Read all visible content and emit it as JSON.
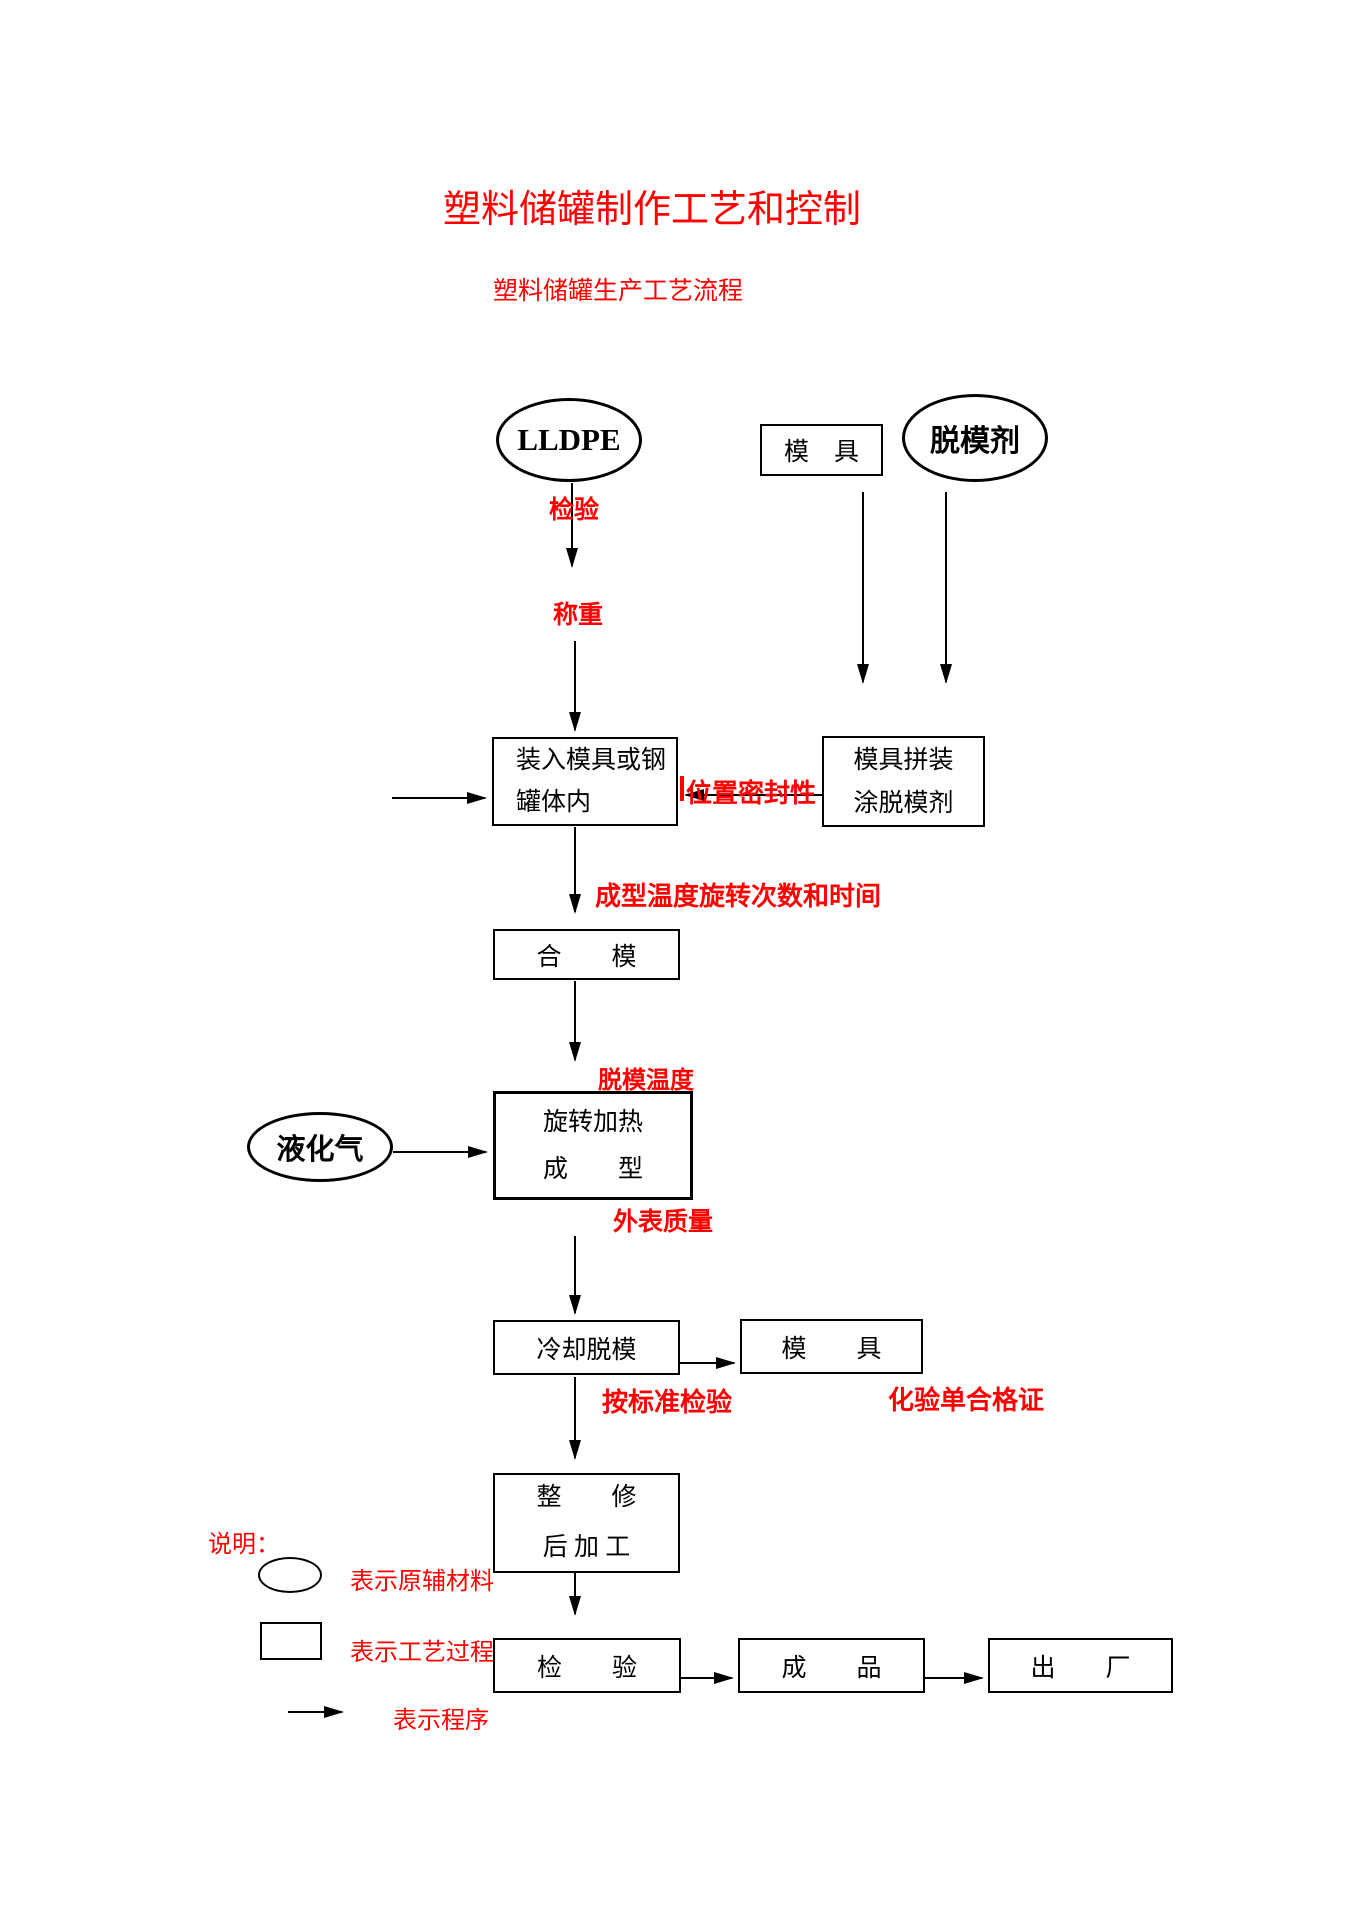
{
  "page": {
    "title": "塑料储罐制作工艺和控制",
    "subtitle": "塑料储罐生产工艺流程"
  },
  "nodes": {
    "lldpe": {
      "label": "LLDPE"
    },
    "mold_top": {
      "label": "模　具"
    },
    "release_agent": {
      "label": "脱模剂"
    },
    "load_mold": {
      "line1": "装入模具或钢",
      "line2": "罐体内"
    },
    "assemble_mold": {
      "line1": "模具拼装",
      "line2": "涂脱模剂"
    },
    "close_mold": {
      "label": "合　　模"
    },
    "rotate_heat": {
      "line1": "旋转加热",
      "line2": "成　　型"
    },
    "lpg": {
      "label": "液化气"
    },
    "cool_demold": {
      "label": "冷却脱模"
    },
    "mold_mid": {
      "label": "模　　具"
    },
    "trim_rework": {
      "line1": "整　　修",
      "line2": "后 加 工"
    },
    "inspect": {
      "label": "检　　验"
    },
    "product": {
      "label": "成　　品"
    },
    "ship": {
      "label": "出　　厂"
    }
  },
  "annotations": {
    "raw_inspect": "检验",
    "weigh": "称重",
    "position_seal": "位置密封性",
    "molding_params": "成型温度旋转次数和时间",
    "demold_temp": "脱模温度",
    "surface_quality": "外表质量",
    "standard_inspect": "按标准检验",
    "test_certificate": "化验单合格证"
  },
  "legend": {
    "heading": "说明：",
    "ellipse_label": "表示原辅材料",
    "rect_label": "表示工艺过程",
    "arrow_label": "表示程序"
  },
  "colors": {
    "annotation_red": "#ff0000",
    "line_black": "#000000",
    "background": "#ffffff"
  }
}
